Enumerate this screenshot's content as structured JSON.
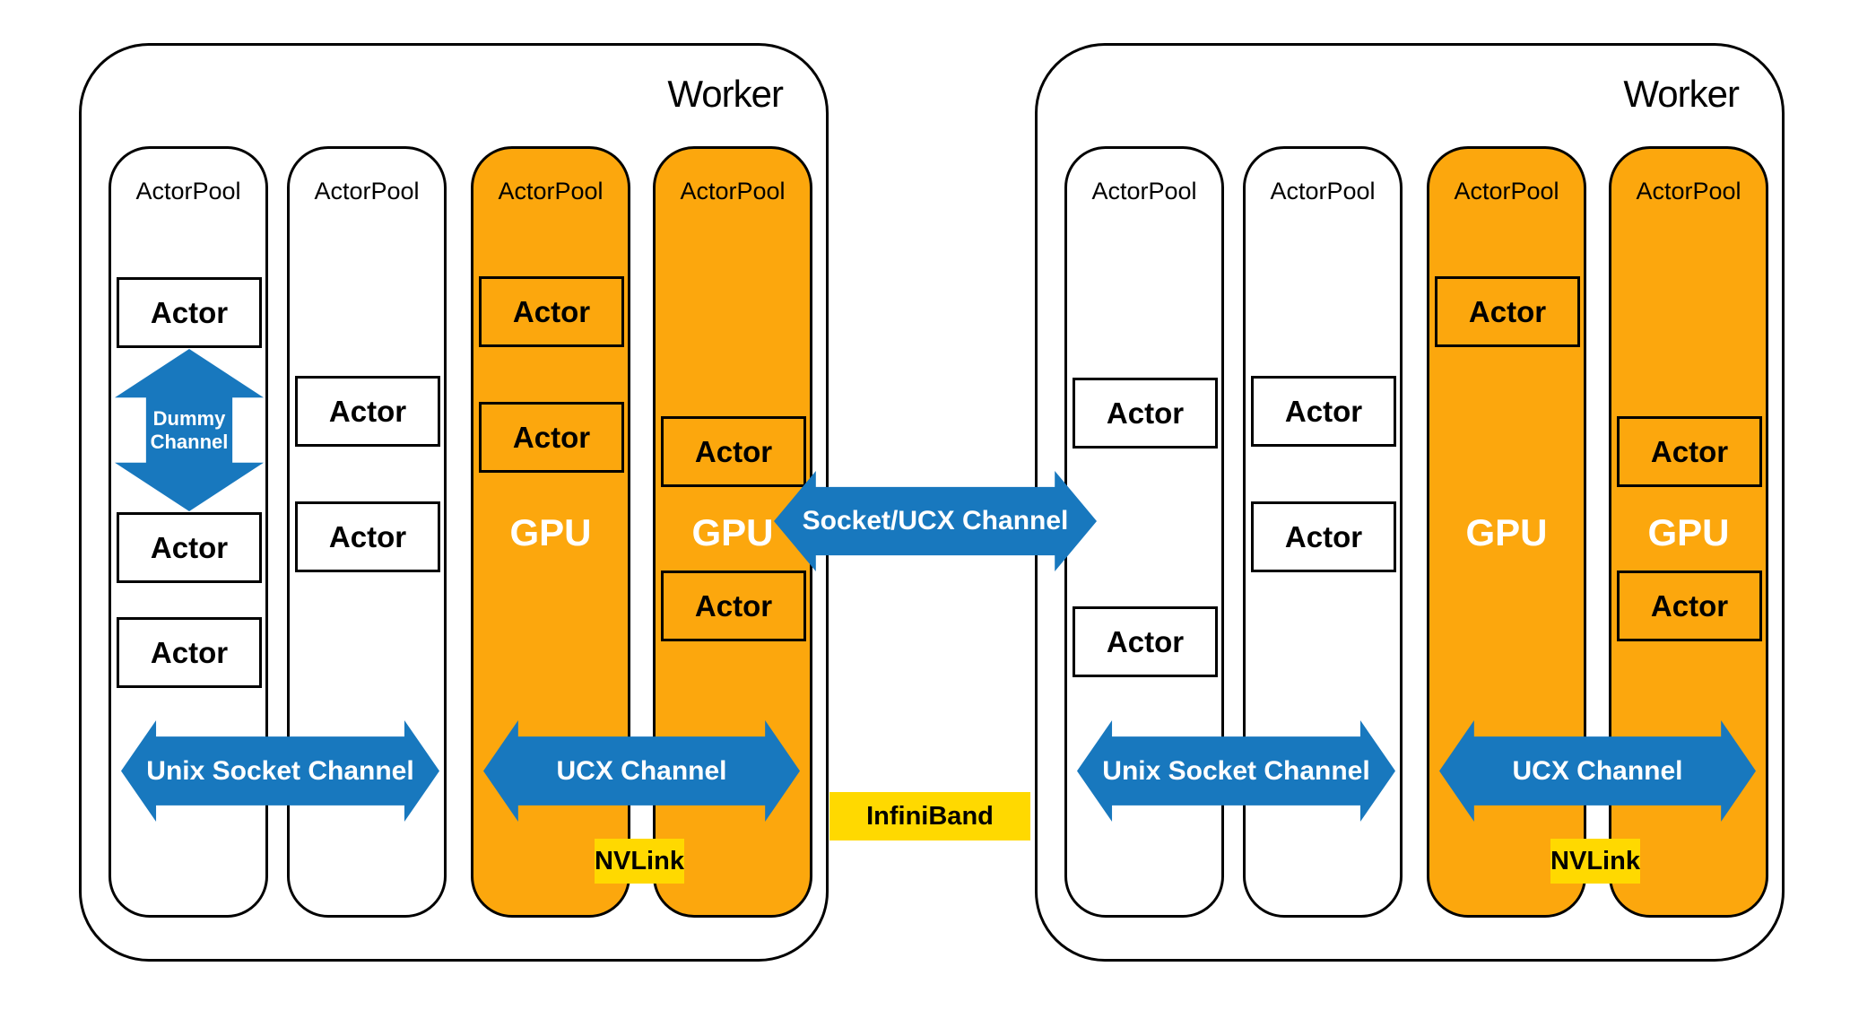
{
  "colors": {
    "orange": "#FCA70D",
    "blue": "#1878BE",
    "yellow": "#FFD900",
    "outline": "#000000",
    "background": "#FFFFFF"
  },
  "workers": [
    {
      "title": "Worker",
      "columns": [
        {
          "title": "ActorPool",
          "type": "cpu",
          "actors": [
            "Actor",
            "Actor",
            "Actor"
          ],
          "vertical_channel": {
            "label": "Dummy Channel"
          }
        },
        {
          "title": "ActorPool",
          "type": "cpu",
          "actors": [
            "Actor",
            "Actor"
          ]
        },
        {
          "title": "ActorPool",
          "type": "gpu",
          "gpu_label": "GPU",
          "actors": [
            "Actor",
            "Actor"
          ]
        },
        {
          "title": "ActorPool",
          "type": "gpu",
          "gpu_label": "GPU",
          "actors": [
            "Actor",
            "Actor"
          ]
        }
      ],
      "channels": [
        {
          "label": "Unix Socket Channel"
        },
        {
          "label": "UCX Channel"
        }
      ],
      "nvlink_label": "NVLink"
    },
    {
      "title": "Worker",
      "columns": [
        {
          "title": "ActorPool",
          "type": "cpu",
          "actors": [
            "Actor",
            "Actor"
          ]
        },
        {
          "title": "ActorPool",
          "type": "cpu",
          "actors": [
            "Actor",
            "Actor"
          ]
        },
        {
          "title": "ActorPool",
          "type": "gpu",
          "gpu_label": "GPU",
          "actors": [
            "Actor"
          ]
        },
        {
          "title": "ActorPool",
          "type": "gpu",
          "gpu_label": "GPU",
          "actors": [
            "Actor",
            "Actor"
          ]
        }
      ],
      "channels": [
        {
          "label": "Unix Socket Channel"
        },
        {
          "label": "UCX Channel"
        }
      ],
      "nvlink_label": "NVLink"
    }
  ],
  "interconnects": {
    "socket_ucx": {
      "label": "Socket/UCX Channel"
    },
    "infiniband": {
      "label": "InfiniBand"
    }
  }
}
